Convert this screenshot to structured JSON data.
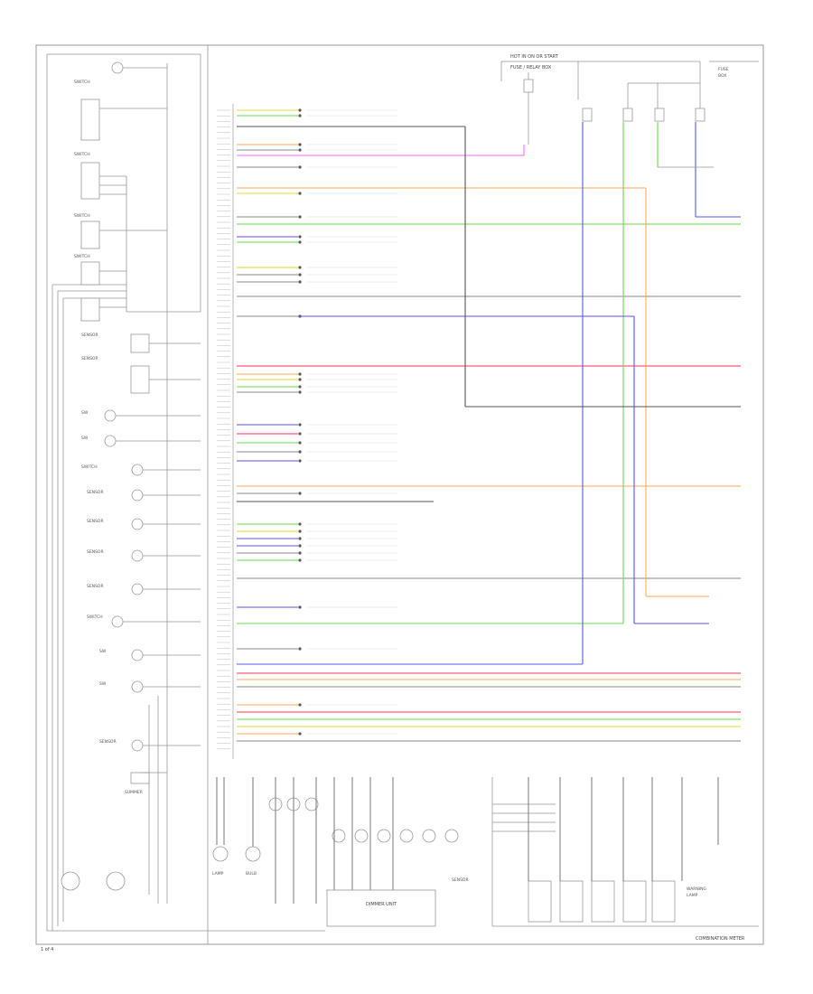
{
  "footer": {
    "left": "1 of 4",
    "right": "COMBINATION METER"
  },
  "wire_colors": {
    "pink": "#ff66ff",
    "green": "#66dd44",
    "blue": "#5555ee",
    "orange": "#ffaa55",
    "red": "#ff3355",
    "yellow": "#dddd33",
    "gray": "#888888",
    "dark": "#555555"
  },
  "legible_labels": {
    "top_connector": "HOT IN ON OR START",
    "fuse_box": "FUSE / RELAY BOX",
    "meter_block": "COMBINATION METER",
    "bottom_unit": "DIMMER UNIT"
  }
}
